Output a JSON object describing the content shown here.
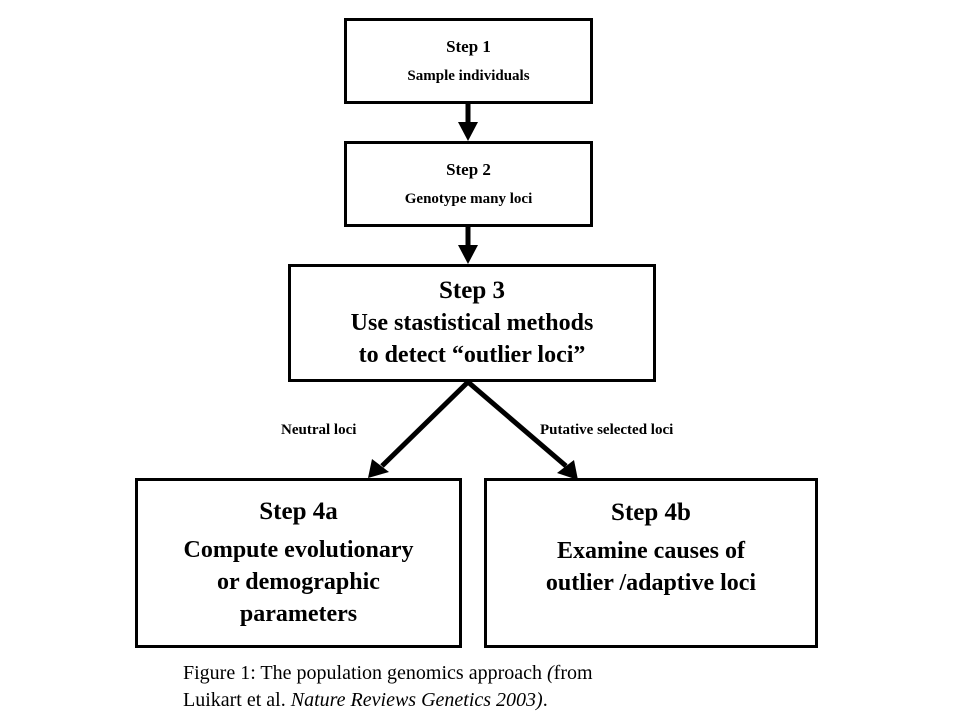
{
  "steps": {
    "step1": {
      "title": "Step 1",
      "desc": "Sample individuals"
    },
    "step2": {
      "title": "Step 2",
      "desc": "Genotype many loci"
    },
    "step3": {
      "title": "Step 3",
      "desc_line1": "Use stastistical methods",
      "desc_line2": "to detect “outlier loci”"
    },
    "step4a": {
      "title": "Step 4a",
      "desc_line1": "Compute evolutionary",
      "desc_line2": "or demographic",
      "desc_line3": "parameters"
    },
    "step4b": {
      "title": "Step 4b",
      "desc_line1": "Examine causes of",
      "desc_line2": "outlier /adaptive loci"
    }
  },
  "edges": {
    "neutral_label": "Neutral loci",
    "putative_label": "Putative selected loci"
  },
  "caption": {
    "part1": "Figure 1: The population genomics approach ",
    "part2": "(",
    "part3": "from",
    "part4": "Luikart et al. ",
    "part5": "Nature Reviews Genetics 2003)",
    "part6": "."
  }
}
